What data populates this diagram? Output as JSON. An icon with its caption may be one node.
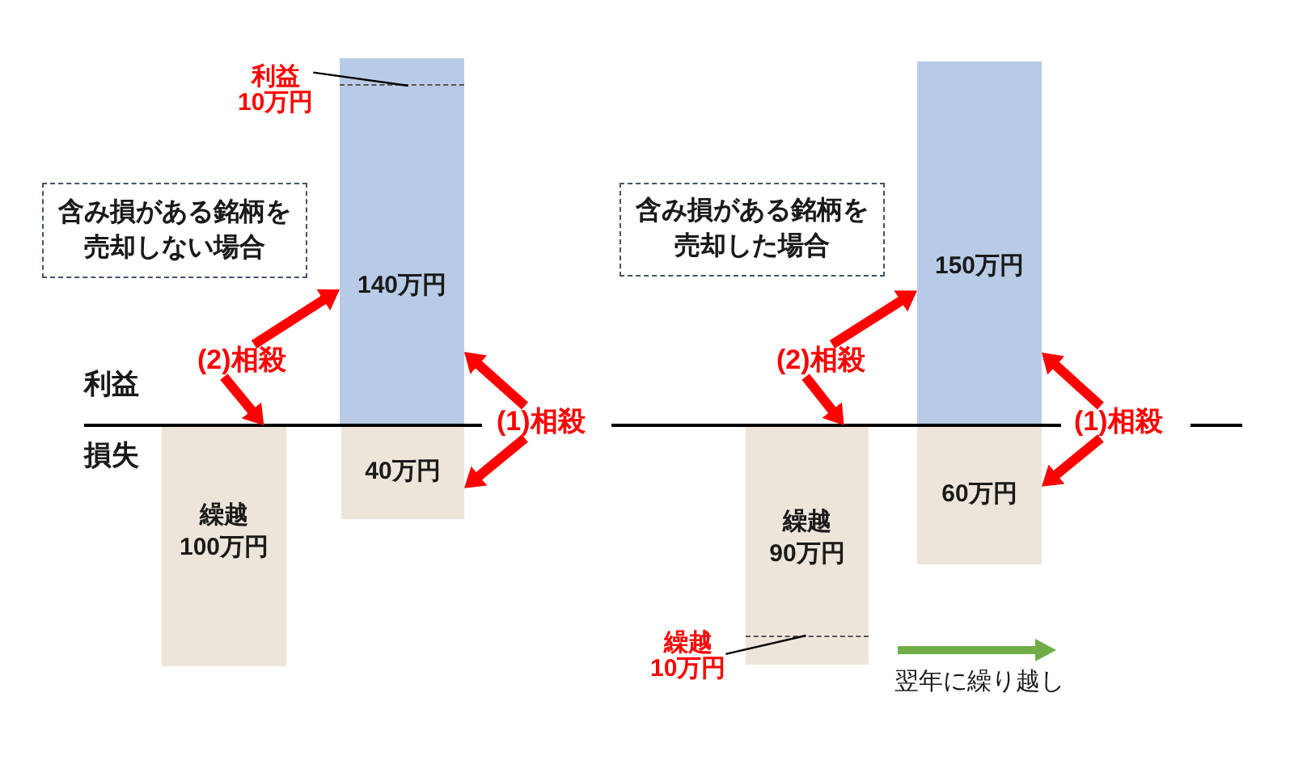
{
  "diagram": {
    "nodes": [
      {
        "text": [
          "含み損がある銘柄を売却しない場合"
        ]
      },
      {
        "text": [
          "140万円"
        ]
      },
      {
        "text": [],
        "shape": "box",
        "in": 1
      },
      {
        "text": [
          "利益",
          "10万円"
        ]
      },
      {
        "text": [
          "(2)相殺"
        ]
      },
      {
        "text": [
          "繰越",
          "100万円"
        ]
      },
      {
        "text": [
          "40万円"
        ]
      },
      {
        "text": [
          "(1)相殺"
        ]
      },
      {
        "text": [
          "含み損がある銘柄を売却した場合"
        ]
      },
      {
        "text": [
          "150万円"
        ]
      },
      {
        "text": [
          "(2)相殺"
        ]
      },
      {
        "text": [
          "繰越",
          "90万円"
        ]
      },
      {
        "text": [],
        "shape": "box",
        "in": 11
      },
      {
        "text": [
          "繰越",
          "10万円"
        ]
      },
      {
        "text": [
          "60万円"
        ]
      },
      {
        "text": [
          "(1)相殺"
        ]
      }
    ],
    "edges": [
      {
        "from": 3,
        "to": 2,
        "arrow": "none",
        "color": "#000000"
      },
      {
        "from": 4,
        "to": 1,
        "arrow": "to"
      },
      {
        "from": 4,
        "to": 5,
        "arrow": "to"
      },
      {
        "from": 7,
        "to": 1,
        "arrow": "to"
      },
      {
        "from": 7,
        "to": 6,
        "arrow": "to"
      },
      {
        "from": 10,
        "to": 9,
        "arrow": "to"
      },
      {
        "from": 10,
        "to": 11,
        "arrow": "to"
      },
      {
        "from": 15,
        "to": 9,
        "arrow": "to"
      },
      {
        "from": 15,
        "to": 14,
        "arrow": "to"
      },
      {
        "from": 13,
        "to": 12,
        "arrow": "none",
        "color": "#000000"
      }
    ],
    "labels": [
      "利益",
      "損失",
      "翌年に繰り越し"
    ]
  }
}
